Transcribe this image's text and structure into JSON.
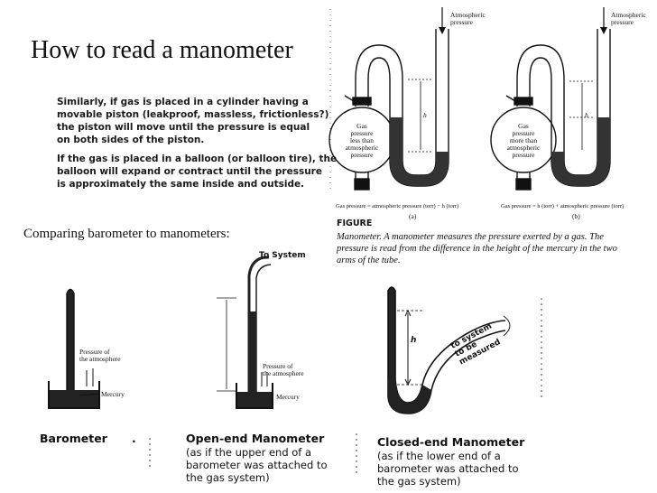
{
  "slide": {
    "title": "How to read a manometer",
    "paragraph1": [
      "Similarly, if gas is placed in a cylinder having a",
      "movable piston (leakproof, massless, frictionless?)",
      "the piston will move until the pressure is equal",
      "on both sides of the piston."
    ],
    "paragraph2": [
      "If the gas is placed in a balloon (or balloon tire), the",
      "balloon will expand or contract until the pressure",
      "is approximately the same inside and outside."
    ],
    "comparing": "Comparing barometer to manometers:"
  },
  "figure": {
    "atm_a": [
      "Atmospheric",
      "pressure"
    ],
    "atm_b": [
      "Atmospheric",
      "pressure"
    ],
    "gas_a": [
      "Gas",
      "pressure",
      "less than",
      "atmospheric",
      "pressure"
    ],
    "gas_b": [
      "Gas",
      "pressure",
      "more than",
      "atmospheric",
      "pressure"
    ],
    "h_label": "h",
    "eq_a": "Gas pressure = atmospheric pressure (torr) − h (torr)",
    "eq_b": "Gas pressure = h (torr) + atmospheric pressure (torr)",
    "label_a": "(a)",
    "label_b": "(b)",
    "figure_word": "FIGURE",
    "caption": [
      "Manometer. A manometer measures the pressure exerted by a gas. The",
      "pressure is read from the difference in the height of the mercury in the two",
      "arms of the tube."
    ]
  },
  "barometer": {
    "pressure_label": [
      "Pressure of",
      "the atmosphere"
    ],
    "mercury_label": "Mercury",
    "title": "Barometer",
    "dot": "."
  },
  "open_end": {
    "to_system": "To System",
    "pressure_label": [
      "Pressure of",
      "the atmosphere"
    ],
    "mercury_label": "Mercury",
    "title": "Open-end Manometer",
    "sub": [
      "(as if the upper end of a",
      "barometer was attached to",
      "the gas system)"
    ]
  },
  "closed_end": {
    "h_label": "h",
    "to_system": [
      "to system",
      "to be",
      "measured"
    ],
    "title": "Closed-end Manometer",
    "sub": [
      "(as if the lower end of a",
      "barometer was attached to",
      "the gas system)"
    ]
  }
}
